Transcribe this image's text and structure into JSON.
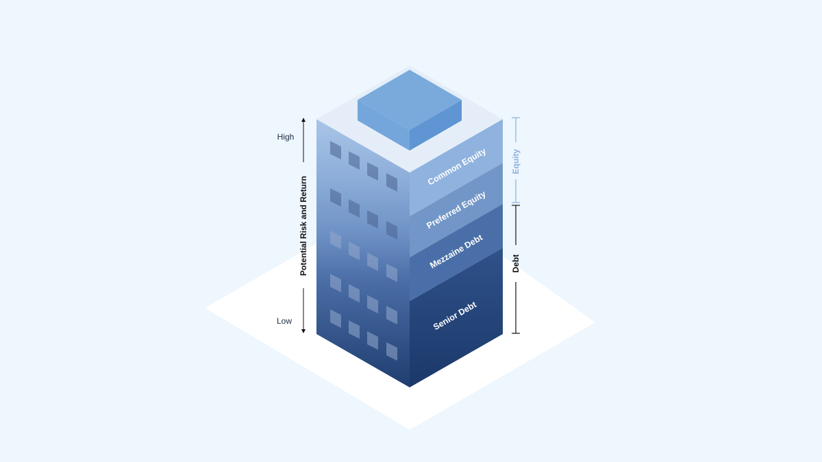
{
  "diagram": {
    "tiers": [
      {
        "label": "Common Equity",
        "color": "#8fb3de"
      },
      {
        "label": "Preferred Equity",
        "color": "#7296c7"
      },
      {
        "label": "Mezzaine Debt",
        "color": "#4a6fa8"
      },
      {
        "label": "Senior Debt",
        "color": "#274a80"
      }
    ],
    "risk_axis": {
      "title": "Potential Risk and Return",
      "high": "High",
      "low": "Low"
    },
    "brackets": {
      "equity": {
        "label": "Equity",
        "color": "#8ab0dc"
      },
      "debt": {
        "label": "Debt",
        "color": "#111111"
      }
    },
    "colors": {
      "background": "#eef6fe",
      "ground": "#ffffff",
      "roof": "#e5eef8",
      "rooftop_box": "#7aaadc"
    }
  }
}
